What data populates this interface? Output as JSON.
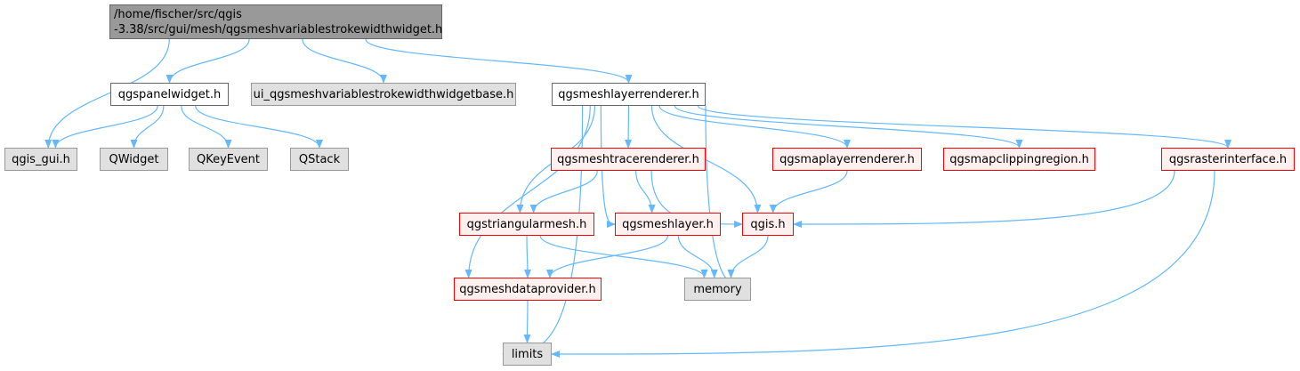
{
  "graph": {
    "edge_color": "#63b8ff",
    "nodes": [
      {
        "id": "root",
        "label": "/home/fischer/src/qgis\n-3.38/src/gui/mesh/qgsmeshvariablestrokewidthwidget.h",
        "style": "root",
        "fill": "#999999",
        "border": "#666666"
      },
      {
        "id": "qgspanelwidget",
        "label": "qgspanelwidget.h",
        "style": "plain",
        "fill": "#ffffff",
        "border": "#666666"
      },
      {
        "id": "ui_base",
        "label": "ui_qgsmeshvariablestrokewidthwidgetbase.h",
        "style": "gray",
        "fill": "#e0e0e0",
        "border": "#999999"
      },
      {
        "id": "qgsmeshlayerrenderer",
        "label": "qgsmeshlayerrenderer.h",
        "style": "plain",
        "fill": "#ffffff",
        "border": "#666666"
      },
      {
        "id": "qgis_gui",
        "label": "qgis_gui.h",
        "style": "gray",
        "fill": "#e0e0e0",
        "border": "#999999"
      },
      {
        "id": "qwidget",
        "label": "QWidget",
        "style": "gray",
        "fill": "#e0e0e0",
        "border": "#999999"
      },
      {
        "id": "qkeyevent",
        "label": "QKeyEvent",
        "style": "gray",
        "fill": "#e0e0e0",
        "border": "#999999"
      },
      {
        "id": "qstack",
        "label": "QStack",
        "style": "gray",
        "fill": "#e0e0e0",
        "border": "#999999"
      },
      {
        "id": "qgsmeshtracerenderer",
        "label": "qgsmeshtracerenderer.h",
        "style": "red",
        "fill": "#fff0f0",
        "border": "#ff0000"
      },
      {
        "id": "qgsmaplayerrenderer",
        "label": "qgsmaplayerrenderer.h",
        "style": "red",
        "fill": "#fff0f0",
        "border": "#ff0000"
      },
      {
        "id": "qgsmapclippingregion",
        "label": "qgsmapclippingregion.h",
        "style": "red",
        "fill": "#fff0f0",
        "border": "#ff0000"
      },
      {
        "id": "qgsrasterinterface",
        "label": "qgsrasterinterface.h",
        "style": "red",
        "fill": "#fff0f0",
        "border": "#ff0000"
      },
      {
        "id": "qgstriangularmesh",
        "label": "qgstriangularmesh.h",
        "style": "red",
        "fill": "#fff0f0",
        "border": "#ff0000"
      },
      {
        "id": "qgsmeshlayer",
        "label": "qgsmeshlayer.h",
        "style": "red",
        "fill": "#fff0f0",
        "border": "#ff0000"
      },
      {
        "id": "qgis",
        "label": "qgis.h",
        "style": "red",
        "fill": "#fff0f0",
        "border": "#ff0000"
      },
      {
        "id": "qgsmeshdataprovider",
        "label": "qgsmeshdataprovider.h",
        "style": "red",
        "fill": "#fff0f0",
        "border": "#ff0000"
      },
      {
        "id": "memory",
        "label": "memory",
        "style": "gray",
        "fill": "#e0e0e0",
        "border": "#999999"
      },
      {
        "id": "limits",
        "label": "limits",
        "style": "gray",
        "fill": "#e0e0e0",
        "border": "#999999"
      }
    ],
    "edges": [
      {
        "from": "root",
        "to": "qgis_gui"
      },
      {
        "from": "root",
        "to": "qgspanelwidget"
      },
      {
        "from": "root",
        "to": "ui_base"
      },
      {
        "from": "root",
        "to": "qgsmeshlayerrenderer"
      },
      {
        "from": "qgspanelwidget",
        "to": "qgis_gui"
      },
      {
        "from": "qgspanelwidget",
        "to": "qwidget"
      },
      {
        "from": "qgspanelwidget",
        "to": "qkeyevent"
      },
      {
        "from": "qgspanelwidget",
        "to": "qstack"
      },
      {
        "from": "qgsmeshlayerrenderer",
        "to": "qgsmeshtracerenderer"
      },
      {
        "from": "qgsmeshlayerrenderer",
        "to": "qgsmaplayerrenderer"
      },
      {
        "from": "qgsmeshlayerrenderer",
        "to": "qgsmapclippingregion"
      },
      {
        "from": "qgsmeshlayerrenderer",
        "to": "qgsrasterinterface"
      },
      {
        "from": "qgsmeshlayerrenderer",
        "to": "qgstriangularmesh"
      },
      {
        "from": "qgsmeshlayerrenderer",
        "to": "qgsmeshlayer"
      },
      {
        "from": "qgsmeshlayerrenderer",
        "to": "qgis"
      },
      {
        "from": "qgsmeshlayerrenderer",
        "to": "qgsmeshdataprovider"
      },
      {
        "from": "qgsmeshlayerrenderer",
        "to": "memory"
      },
      {
        "from": "qgsmeshlayerrenderer",
        "to": "limits"
      },
      {
        "from": "qgsmeshtracerenderer",
        "to": "qgstriangularmesh"
      },
      {
        "from": "qgsmeshtracerenderer",
        "to": "qgsmeshlayer"
      },
      {
        "from": "qgsmeshtracerenderer",
        "to": "qgis"
      },
      {
        "from": "qgsmaplayerrenderer",
        "to": "qgis"
      },
      {
        "from": "qgsrasterinterface",
        "to": "qgis"
      },
      {
        "from": "qgsrasterinterface",
        "to": "limits"
      },
      {
        "from": "qgstriangularmesh",
        "to": "qgsmeshdataprovider"
      },
      {
        "from": "qgstriangularmesh",
        "to": "memory"
      },
      {
        "from": "qgsmeshlayer",
        "to": "qgsmeshdataprovider"
      },
      {
        "from": "qgsmeshlayer",
        "to": "memory"
      },
      {
        "from": "qgis",
        "to": "memory"
      },
      {
        "from": "qgsmeshdataprovider",
        "to": "limits"
      }
    ]
  }
}
